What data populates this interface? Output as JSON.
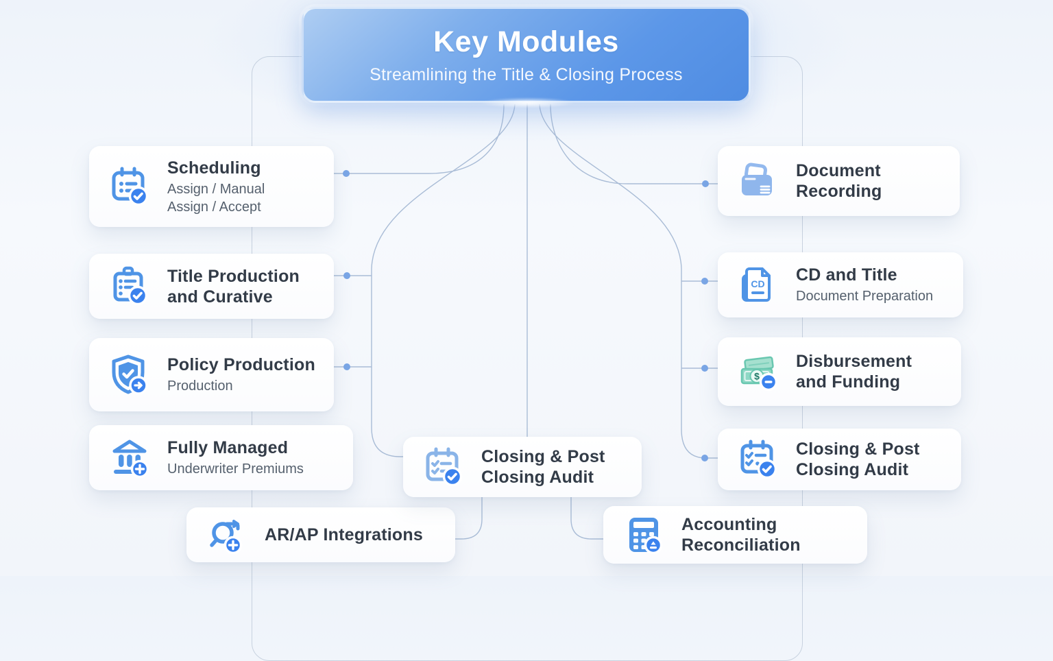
{
  "header": {
    "title": "Key Modules",
    "subtitle": "Streamlining the Title & Closing Process"
  },
  "palette": {
    "header_blue_start": "#aecdf2",
    "header_blue_end": "#4f8ce2",
    "icon_blue": "#4f94e6",
    "icon_blue_light": "#8ab4e8",
    "badge_blue": "#3b82ee",
    "money_teal": "#8fd8c5",
    "connector_line": "#a9bcd6",
    "connector_dot": "#7aa6e6",
    "card_title_color": "#323b47",
    "card_subtitle_color": "#55606d"
  },
  "icons": {
    "cd_label": "CD",
    "dollar": "$"
  },
  "cards": {
    "scheduling": {
      "icon": "calendar-check-icon",
      "title_lines": [
        "Scheduling"
      ],
      "subtitle_lines": [
        "Assign / Manual",
        "Assign / Accept"
      ]
    },
    "title_production": {
      "icon": "clipboard-check-icon",
      "title_lines": [
        "Title Production",
        "and Curative"
      ]
    },
    "policy_production": {
      "icon": "shield-check-icon",
      "title_lines": [
        "Policy Production"
      ],
      "subtitle_lines": [
        "Production"
      ]
    },
    "fully_managed": {
      "icon": "bank-plus-icon",
      "title_lines": [
        "Fully Managed"
      ],
      "subtitle_lines": [
        "Underwriter Premiums"
      ]
    },
    "arap_integrations": {
      "icon": "integration-plus-icon",
      "title_lines": [
        "AR/AP Integrations"
      ]
    },
    "closing_audit_center": {
      "icon": "calendar-audit-icon",
      "title_lines": [
        "Closing & Post",
        "Closing Audit"
      ]
    },
    "document_recording": {
      "icon": "document-folder-icon",
      "title_lines": [
        "Document",
        "Recording"
      ]
    },
    "cd_and_title": {
      "icon": "cd-document-icon",
      "title_lines": [
        "CD and Title"
      ],
      "subtitle_lines": [
        "Document Preparation"
      ]
    },
    "disbursement": {
      "icon": "banknotes-minus-icon",
      "title_lines": [
        "Disbursement",
        "and Funding"
      ]
    },
    "closing_audit_right": {
      "icon": "calendar-audit-icon",
      "title_lines": [
        "Closing & Post",
        "Closing Audit"
      ]
    },
    "accounting": {
      "icon": "calculator-reconcile-icon",
      "title_lines": [
        "Accounting",
        "Reconciliation"
      ]
    }
  }
}
